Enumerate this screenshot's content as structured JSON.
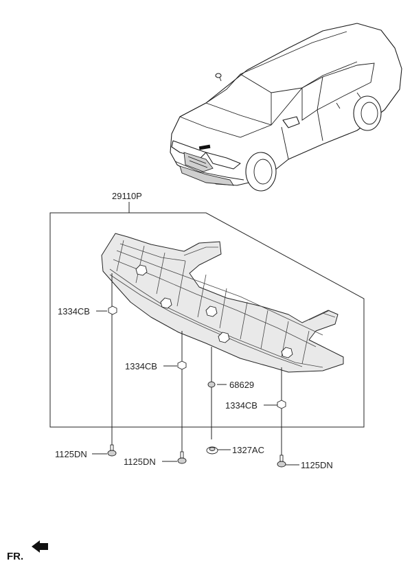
{
  "parts": {
    "assembly": "29110P",
    "clip_left": "1334CB",
    "clip_center": "1334CB",
    "clip_right": "1334CB",
    "grommet": "68629",
    "bolt_left": "1125DN",
    "bolt_center": "1125DN",
    "bolt_right": "1125DN",
    "nut": "1327AC"
  },
  "direction": {
    "label": "FR."
  },
  "icons": {
    "vehicle": "sedan-illustration",
    "front_arrow": "arrow-left-icon"
  },
  "colors": {
    "line": "#222222",
    "panel_fill": "#e9e9e9"
  }
}
